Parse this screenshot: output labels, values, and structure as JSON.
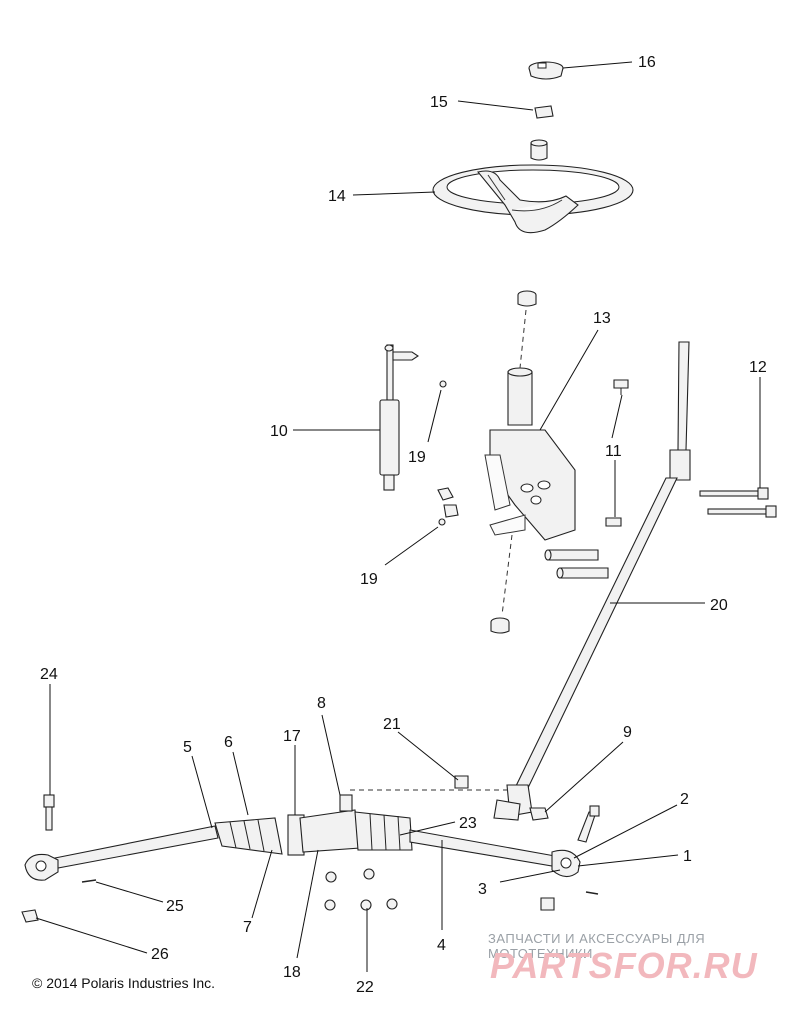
{
  "diagram": {
    "callouts": {
      "c1": "1",
      "c2": "2",
      "c3": "3",
      "c4": "4",
      "c5": "5",
      "c6": "6",
      "c7": "7",
      "c8": "8",
      "c9": "9",
      "c10": "10",
      "c11": "11",
      "c12": "12",
      "c13": "13",
      "c14": "14",
      "c15": "15",
      "c16": "16",
      "c17": "17",
      "c18": "18",
      "c19a": "19",
      "c19b": "19",
      "c20": "20",
      "c21": "21",
      "c22": "22",
      "c23": "23",
      "c24": "24",
      "c25": "25",
      "c26": "26"
    }
  },
  "footer": {
    "copyright": "© 2014 Polaris Industries Inc."
  },
  "watermark": {
    "tagline": "ЗАПЧАСТИ И АКСЕССУАРЫ ДЛЯ МОТОТЕХНИКИ",
    "logo_text": "PARTSFOR.RU",
    "color": "#f2b8bd"
  },
  "colors": {
    "line": "#222222",
    "part_fill": "#f2f2f2"
  }
}
